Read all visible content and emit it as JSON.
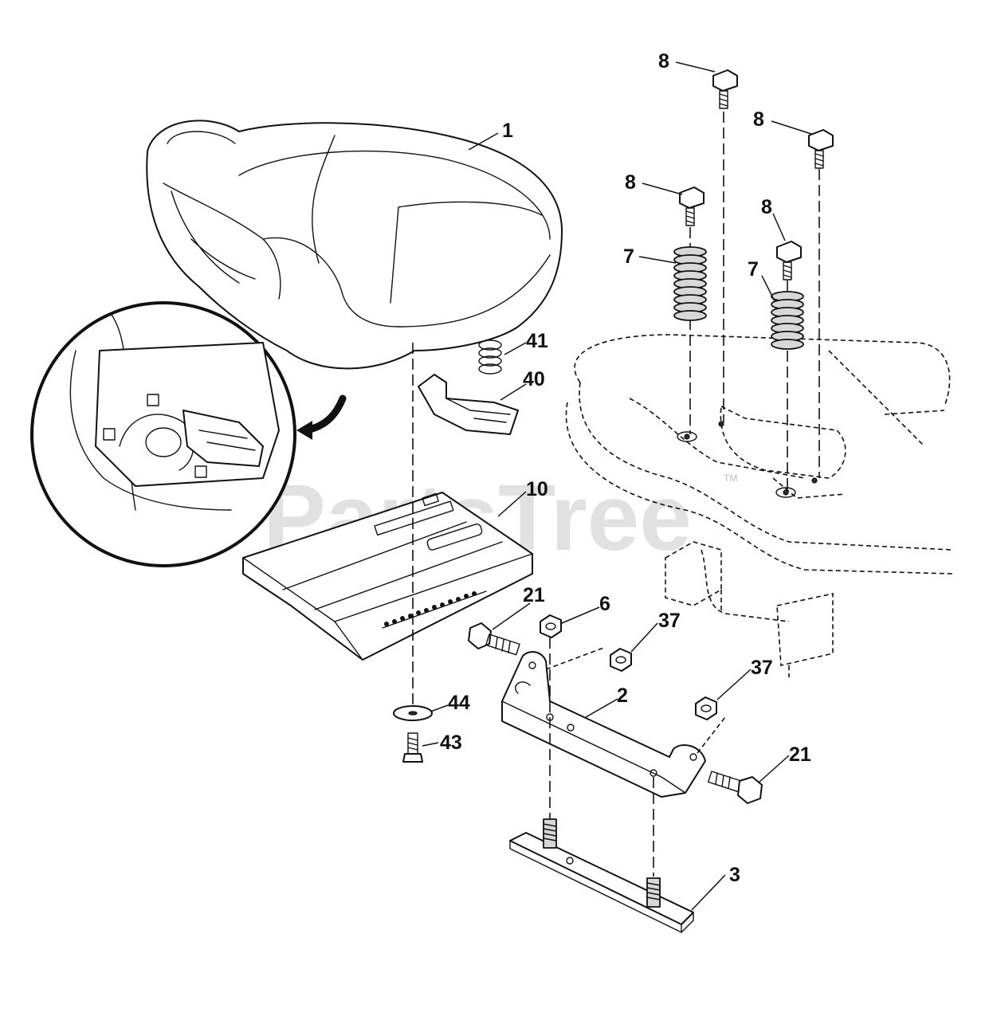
{
  "watermark": {
    "text": "PartsTree",
    "mark": "TM"
  },
  "callouts": [
    {
      "id": "1",
      "label": "1"
    },
    {
      "id": "2",
      "label": "2"
    },
    {
      "id": "3",
      "label": "3"
    },
    {
      "id": "6",
      "label": "6"
    },
    {
      "id": "7a",
      "label": "7"
    },
    {
      "id": "7b",
      "label": "7"
    },
    {
      "id": "8a",
      "label": "8"
    },
    {
      "id": "8b",
      "label": "8"
    },
    {
      "id": "8c",
      "label": "8"
    },
    {
      "id": "8d",
      "label": "8"
    },
    {
      "id": "10",
      "label": "10"
    },
    {
      "id": "21a",
      "label": "21"
    },
    {
      "id": "21b",
      "label": "21"
    },
    {
      "id": "37a",
      "label": "37"
    },
    {
      "id": "37b",
      "label": "37"
    },
    {
      "id": "40",
      "label": "40"
    },
    {
      "id": "41",
      "label": "41"
    },
    {
      "id": "43",
      "label": "43"
    },
    {
      "id": "44",
      "label": "44"
    }
  ]
}
